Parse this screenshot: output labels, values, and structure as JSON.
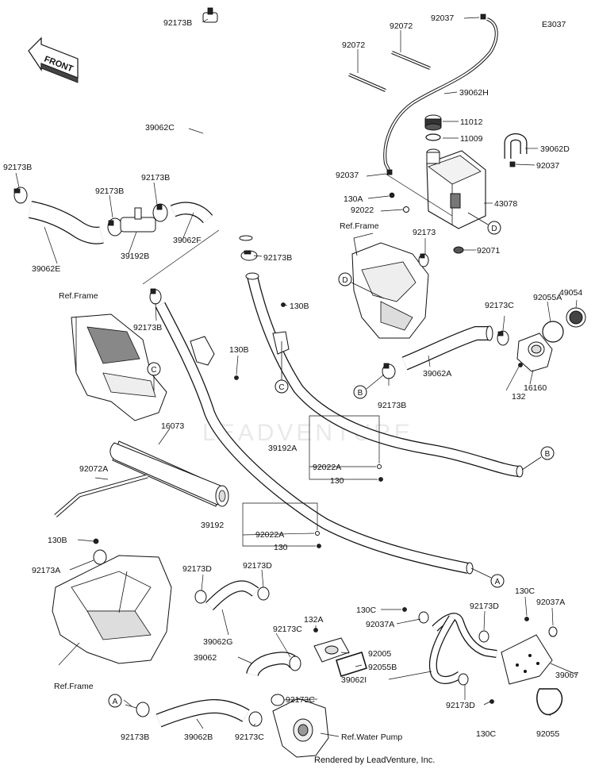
{
  "diagram": {
    "code": "E3037",
    "front_label": "FRONT",
    "watermark": "LEADVENTURE",
    "footer": "Rendered by LeadVenture, Inc."
  },
  "part_numbers": {
    "p92173B_top": "92173B",
    "p92037_top": "92037",
    "p92072_a": "92072",
    "p92072_b": "92072",
    "p39062H": "39062H",
    "p11012": "11012",
    "p11009": "11009",
    "p39062D": "39062D",
    "p92037_r": "92037",
    "p92037_l": "92037",
    "p130A": "130A",
    "p43078": "43078",
    "p92022": "92022",
    "p92173": "92173",
    "p92071": "92071",
    "p39062C": "39062C",
    "p92173B_l": "92173B",
    "p92173B_m1": "92173B",
    "p92173B_m2": "92173B",
    "p39062E": "39062E",
    "p39192B": "39192B",
    "p39062F": "39062F",
    "p92173B_c": "92173B",
    "p92173B_d": "92173B",
    "p130B_a": "130B",
    "p130B_b": "130B",
    "p92173C_r": "92173C",
    "p92055A": "92055A",
    "p49054": "49054",
    "p39062A": "39062A",
    "p132": "132",
    "p16160": "16160",
    "p92173B_e": "92173B",
    "p16073": "16073",
    "p39192A": "39192A",
    "p92022A_a": "92022A",
    "p130_a": "130",
    "p92072A": "92072A",
    "p39192": "39192",
    "p92022A_b": "92022A",
    "p130_b": "130",
    "p130B_c": "130B",
    "p92173A": "92173A",
    "p92173D_a": "92173D",
    "p92173D_b": "92173D",
    "p39062G": "39062G",
    "p130C_a": "130C",
    "p92037A_a": "92037A",
    "p92173D_c": "92173D",
    "p130C_b": "130C",
    "p92037A_b": "92037A",
    "p132A": "132A",
    "p92173C_a": "92173C",
    "p92005": "92005",
    "p92055B": "92055B",
    "p39062": "39062",
    "p39062I": "39062I",
    "p39067": "39067",
    "p92173C_b": "92173C",
    "p92173D_d": "92173D",
    "p130C_c": "130C",
    "p92055": "92055",
    "p92173B_f": "92173B",
    "p39062B": "39062B",
    "p92173C_c": "92173C"
  },
  "references": {
    "ref_frame_top": "Ref.Frame",
    "ref_frame_left": "Ref.Frame",
    "ref_frame_bottom": "Ref.Frame",
    "ref_water_pump": "Ref.Water Pump"
  },
  "connectors": {
    "A": "A",
    "B": "B",
    "C": "C",
    "D": "D"
  }
}
